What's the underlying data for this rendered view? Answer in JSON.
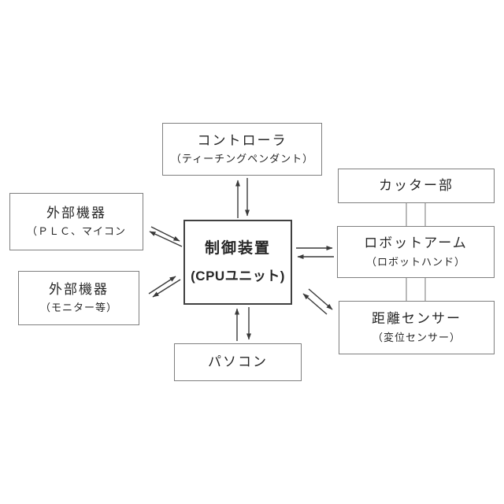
{
  "diagram": {
    "language": "ja",
    "colors": {
      "background": "#ffffff",
      "box_border": "#7f7f7f",
      "center_box_border": "#404040",
      "arrow": "#3a3a3a",
      "plain_line": "#8c8c8c",
      "text": "#262626"
    },
    "boxes": {
      "controller": {
        "title": "コントローラ",
        "subtitle": "（ティーチングペンダント）"
      },
      "cpu": {
        "title": "制御装置",
        "subtitle": "(CPUユニット)"
      },
      "external_plc": {
        "title": "外部機器",
        "subtitle": "（ＰＬＣ、マイコン"
      },
      "external_monitor": {
        "title": "外部機器",
        "subtitle": "（モニター等）"
      },
      "pc": {
        "title": "パソコン"
      },
      "cutter": {
        "title": "カッター部"
      },
      "robot_arm": {
        "title": "ロボットアーム",
        "subtitle": "（ロボットハンド）"
      },
      "distance_sensor": {
        "title": "距離センサー",
        "subtitle": "（変位センサー）"
      }
    },
    "connections": [
      {
        "from": "controller",
        "to": "cpu",
        "style": "bidirectional-arrow-pair",
        "orientation": "vertical"
      },
      {
        "from": "external_plc",
        "to": "cpu",
        "style": "bidirectional-arrow-pair",
        "orientation": "diagonal"
      },
      {
        "from": "external_monitor",
        "to": "cpu",
        "style": "bidirectional-arrow-pair",
        "orientation": "diagonal"
      },
      {
        "from": "pc",
        "to": "cpu",
        "style": "bidirectional-arrow-pair",
        "orientation": "vertical"
      },
      {
        "from": "cpu",
        "to": "robot_arm",
        "style": "bidirectional-arrow-pair",
        "orientation": "horizontal"
      },
      {
        "from": "cpu",
        "to": "distance_sensor",
        "style": "bidirectional-arrow-pair",
        "orientation": "diagonal"
      },
      {
        "from": "cutter",
        "to": "robot_arm",
        "style": "plain-double-line",
        "orientation": "vertical"
      },
      {
        "from": "robot_arm",
        "to": "distance_sensor",
        "style": "plain-double-line",
        "orientation": "vertical"
      }
    ]
  }
}
